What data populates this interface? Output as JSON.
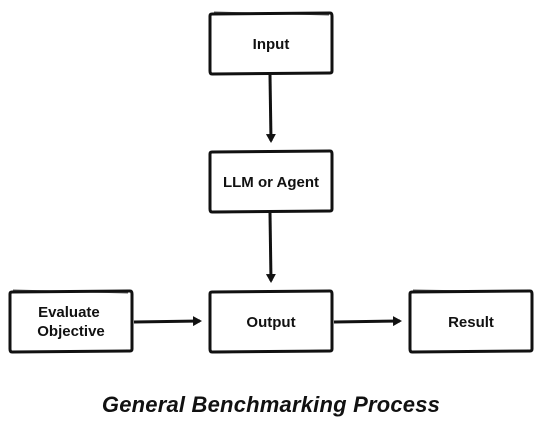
{
  "diagram": {
    "nodes": {
      "input": "Input",
      "model": "LLM or Agent",
      "output": "Output",
      "evaluate": [
        "Evaluate",
        "Objective"
      ],
      "result": "Result"
    },
    "caption": "General Benchmarking Process",
    "colors": {
      "stroke": "#111111",
      "background": "#ffffff"
    }
  }
}
